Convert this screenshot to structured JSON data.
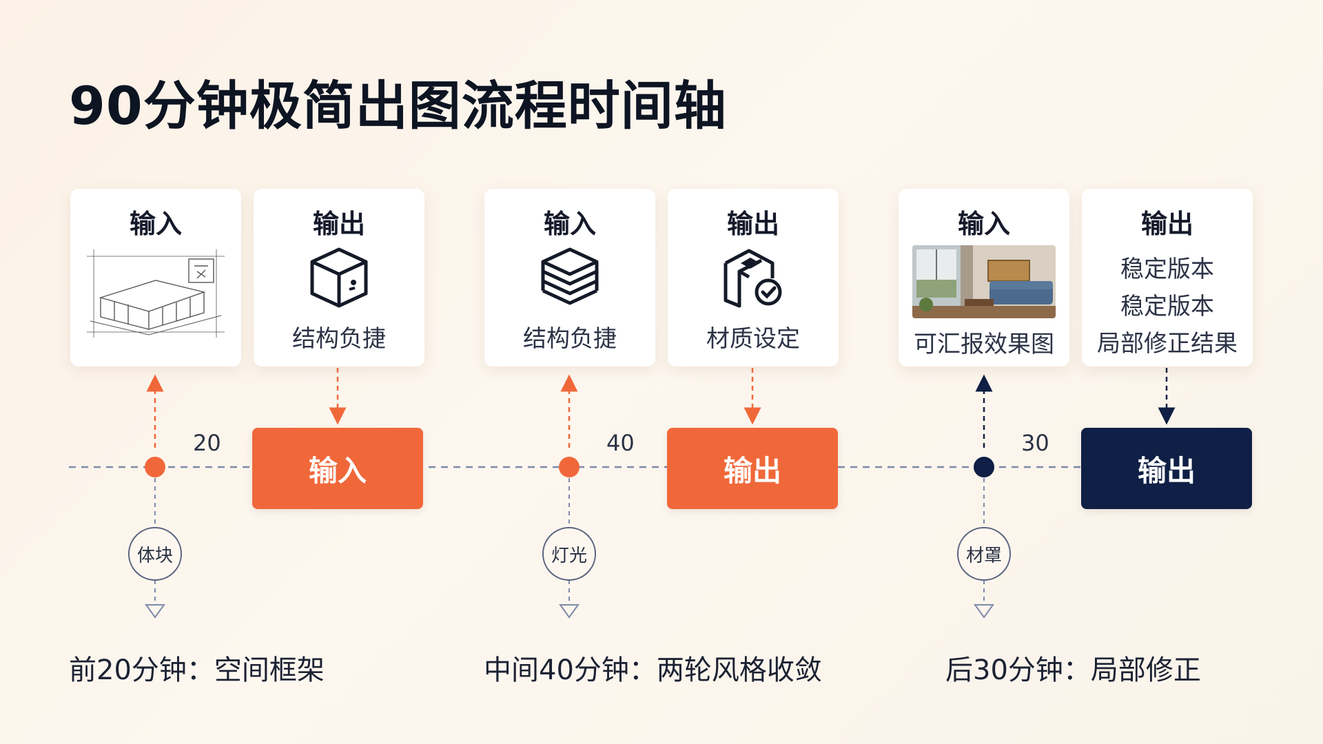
{
  "title": "90分钟极简出图流程时间轴",
  "colors": {
    "orange": "#f0683a",
    "navy": "#0f1f45",
    "line": "#7d89a8"
  },
  "stages": [
    {
      "input_card": {
        "head": "输入",
        "icon": "architecture-sketch-icon"
      },
      "output_card": {
        "head": "输出",
        "icon": "cube-icon",
        "caption": "结构负捷"
      },
      "duration": "20",
      "box_label": "输入",
      "badge": "体块",
      "phase": "前20分钟：空间框架"
    },
    {
      "input_card": {
        "head": "输入",
        "icon": "layers-icon",
        "caption": "结构负捷"
      },
      "output_card": {
        "head": "输出",
        "icon": "material-check-icon",
        "caption": "材质设定"
      },
      "duration": "40",
      "box_label": "输出",
      "badge": "灯光",
      "phase": "中间40分钟：两轮风格收敛"
    },
    {
      "input_card": {
        "head": "输入",
        "icon": "living-room-photo",
        "caption": "可汇报效果图"
      },
      "output_card": {
        "head": "输出",
        "lines": [
          "稳定版本",
          "稳定版本",
          "局部修正结果"
        ]
      },
      "duration": "30",
      "box_label": "输出",
      "badge": "材罩",
      "phase": "后30分钟：局部修正"
    }
  ]
}
